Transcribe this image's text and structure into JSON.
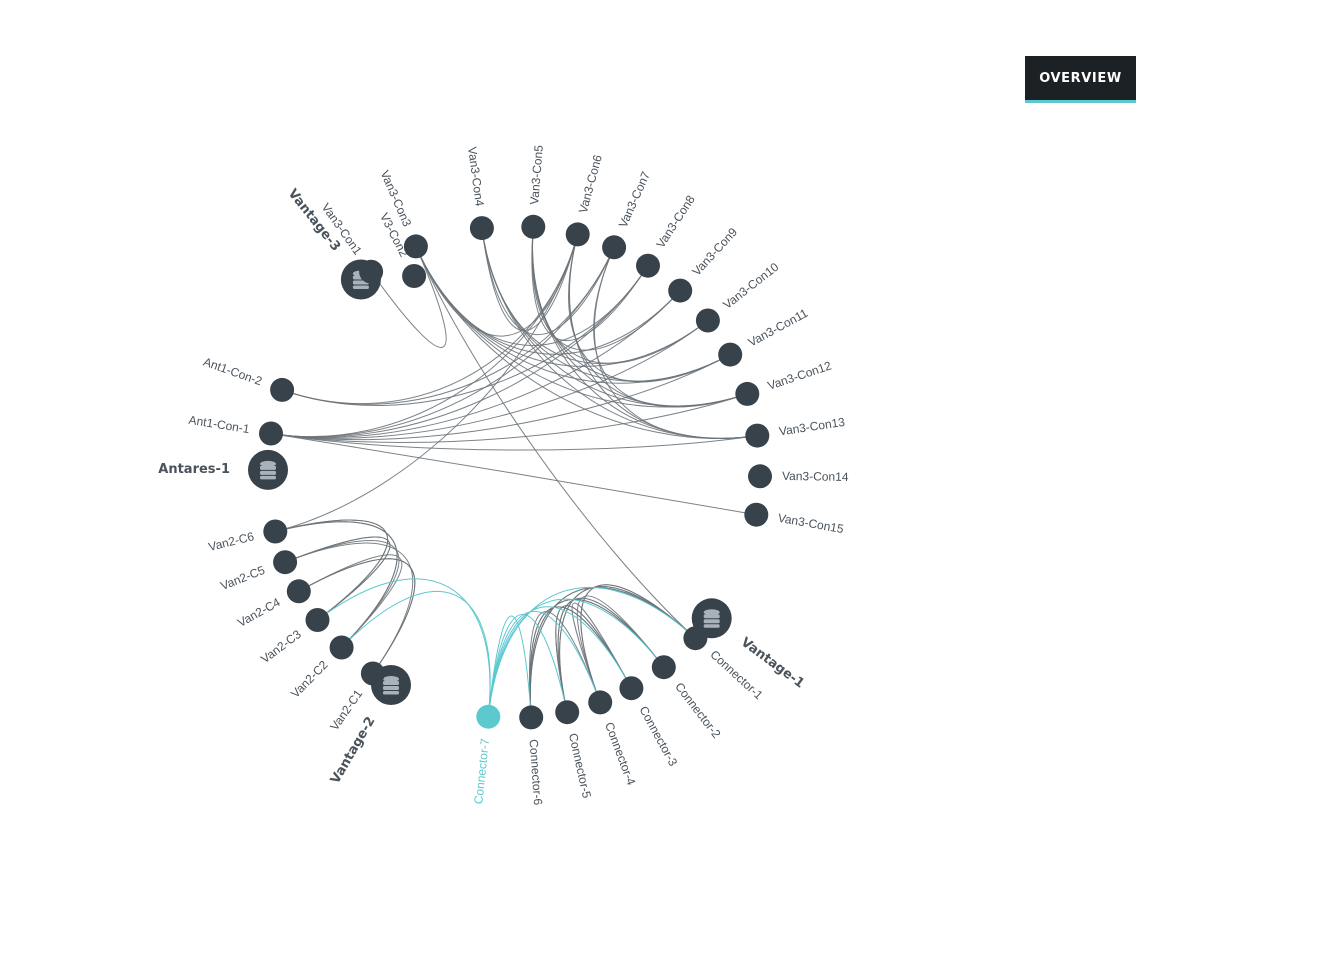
{
  "toolbar": {
    "overview_label": "OVERVIEW"
  },
  "colors": {
    "node": "#37424b",
    "edge": "#6d747a",
    "highlight": "#5cc9cf",
    "button_bg": "#1c2126"
  },
  "hubs": [
    {
      "id": "vantage3",
      "label": "Vantage-3",
      "icon": "database-icon"
    },
    {
      "id": "antares1",
      "label": "Antares-1",
      "icon": "database-icon"
    },
    {
      "id": "vantage2",
      "label": "Vantage-2",
      "icon": "database-icon"
    },
    {
      "id": "vantage1",
      "label": "Vantage-1",
      "icon": "database-icon"
    }
  ],
  "nodes": [
    {
      "id": "v3c1",
      "label": "Van3-Con1",
      "group": "vantage3"
    },
    {
      "id": "v3c2",
      "label": "V3-Con2",
      "group": "vantage3"
    },
    {
      "id": "v3c3",
      "label": "Van3-Con3",
      "group": "vantage3"
    },
    {
      "id": "v3c4",
      "label": "Van3-Con4",
      "group": "vantage3"
    },
    {
      "id": "v3c5",
      "label": "Van3-Con5",
      "group": "vantage3"
    },
    {
      "id": "v3c6",
      "label": "Van3-Con6",
      "group": "vantage3"
    },
    {
      "id": "v3c7",
      "label": "Van3-Con7",
      "group": "vantage3"
    },
    {
      "id": "v3c8",
      "label": "Van3-Con8",
      "group": "vantage3"
    },
    {
      "id": "v3c9",
      "label": "Van3-Con9",
      "group": "vantage3"
    },
    {
      "id": "v3c10",
      "label": "Van3-Con10",
      "group": "vantage3"
    },
    {
      "id": "v3c11",
      "label": "Van3-Con11",
      "group": "vantage3"
    },
    {
      "id": "v3c12",
      "label": "Van3-Con12",
      "group": "vantage3"
    },
    {
      "id": "v3c13",
      "label": "Van3-Con13",
      "group": "vantage3"
    },
    {
      "id": "v3c14",
      "label": "Van3-Con14",
      "group": "vantage3"
    },
    {
      "id": "v3c15",
      "label": "Van3-Con15",
      "group": "vantage3"
    },
    {
      "id": "a1c2",
      "label": "Ant1-Con-2",
      "group": "antares1"
    },
    {
      "id": "a1c1",
      "label": "Ant1-Con-1",
      "group": "antares1"
    },
    {
      "id": "v2c6",
      "label": "Van2-C6",
      "group": "vantage2"
    },
    {
      "id": "v2c5",
      "label": "Van2-C5",
      "group": "vantage2"
    },
    {
      "id": "v2c4",
      "label": "Van2-C4",
      "group": "vantage2"
    },
    {
      "id": "v2c3",
      "label": "Van2-C3",
      "group": "vantage2"
    },
    {
      "id": "v2c2",
      "label": "Van2-C2",
      "group": "vantage2"
    },
    {
      "id": "v2c1",
      "label": "Van2-C1",
      "group": "vantage2"
    },
    {
      "id": "c7",
      "label": "Connector-7",
      "group": "vantage1",
      "highlighted": true
    },
    {
      "id": "c6",
      "label": "Connector-6",
      "group": "vantage1"
    },
    {
      "id": "c5",
      "label": "Connector-5",
      "group": "vantage1"
    },
    {
      "id": "c4",
      "label": "Connector-4",
      "group": "vantage1"
    },
    {
      "id": "c3",
      "label": "Connector-3",
      "group": "vantage1"
    },
    {
      "id": "c2",
      "label": "Connector-2",
      "group": "vantage1"
    },
    {
      "id": "c1",
      "label": "Connector-1",
      "group": "vantage1"
    }
  ],
  "edges": [
    [
      "v3c1",
      "v3c3"
    ],
    [
      "v3c3",
      "v3c8"
    ],
    [
      "v3c3",
      "v3c9"
    ],
    [
      "v3c3",
      "v3c10"
    ],
    [
      "v3c3",
      "v3c11"
    ],
    [
      "v3c3",
      "v3c12"
    ],
    [
      "v3c3",
      "v3c13"
    ],
    [
      "v3c3",
      "c1"
    ],
    [
      "v3c4",
      "v3c10"
    ],
    [
      "v3c4",
      "v3c11"
    ],
    [
      "v3c4",
      "v3c12"
    ],
    [
      "v3c4",
      "v3c13"
    ],
    [
      "v3c5",
      "v3c10"
    ],
    [
      "v3c5",
      "v3c11"
    ],
    [
      "v3c5",
      "v3c12"
    ],
    [
      "v3c5",
      "v3c13"
    ],
    [
      "v3c6",
      "v3c11"
    ],
    [
      "v3c6",
      "v3c12"
    ],
    [
      "v3c6",
      "v3c13"
    ],
    [
      "v3c6",
      "a1c1"
    ],
    [
      "v3c6",
      "v2c6"
    ],
    [
      "v3c6",
      "v3c3"
    ],
    [
      "v3c6",
      "v3c4"
    ],
    [
      "v3c7",
      "v3c12"
    ],
    [
      "v3c7",
      "v3c13"
    ],
    [
      "v3c7",
      "a1c1"
    ],
    [
      "v3c7",
      "v3c4"
    ],
    [
      "v3c8",
      "a1c1"
    ],
    [
      "v3c8",
      "v3c5"
    ],
    [
      "v3c9",
      "a1c1"
    ],
    [
      "v3c9",
      "v3c5"
    ],
    [
      "v3c10",
      "a1c1"
    ],
    [
      "v3c11",
      "a1c1"
    ],
    [
      "v3c12",
      "a1c1"
    ],
    [
      "v3c13",
      "a1c1"
    ],
    [
      "v3c15",
      "a1c1"
    ],
    [
      "a1c2",
      "v3c6"
    ],
    [
      "a1c2",
      "v3c7"
    ],
    [
      "a1c2",
      "v3c8"
    ],
    [
      "v2c6",
      "v2c3"
    ],
    [
      "v2c6",
      "v2c2"
    ],
    [
      "v2c5",
      "v2c3"
    ],
    [
      "v2c5",
      "v2c2"
    ],
    [
      "v2c5",
      "v2c1"
    ],
    [
      "v2c4",
      "v2c2"
    ],
    [
      "v2c4",
      "v2c1"
    ],
    [
      "v2c3",
      "v2c6"
    ],
    [
      "v2c3",
      "v2c5"
    ],
    [
      "v2c2",
      "v2c6"
    ],
    [
      "v2c1",
      "v2c4"
    ],
    [
      "c6",
      "c1"
    ],
    [
      "c6",
      "c2"
    ],
    [
      "c6",
      "c3"
    ],
    [
      "c5",
      "c1"
    ],
    [
      "c5",
      "c2"
    ],
    [
      "c5",
      "c3"
    ],
    [
      "c4",
      "c1"
    ],
    [
      "c4",
      "c2"
    ],
    [
      "c4",
      "c3"
    ],
    [
      "c4",
      "c6"
    ],
    [
      "c3",
      "c6"
    ],
    [
      "c3",
      "c5"
    ],
    [
      "c2",
      "c6"
    ],
    [
      "c2",
      "c5"
    ],
    [
      "c1",
      "c6"
    ],
    [
      "c1",
      "c5"
    ],
    [
      "c1",
      "c4"
    ],
    [
      "c7",
      "v2c2"
    ],
    [
      "c7",
      "v2c3"
    ],
    [
      "c7",
      "c1"
    ],
    [
      "c7",
      "c2"
    ],
    [
      "c7",
      "c3"
    ],
    [
      "c7",
      "c4"
    ],
    [
      "c7",
      "c5"
    ],
    [
      "c7",
      "c6"
    ]
  ]
}
